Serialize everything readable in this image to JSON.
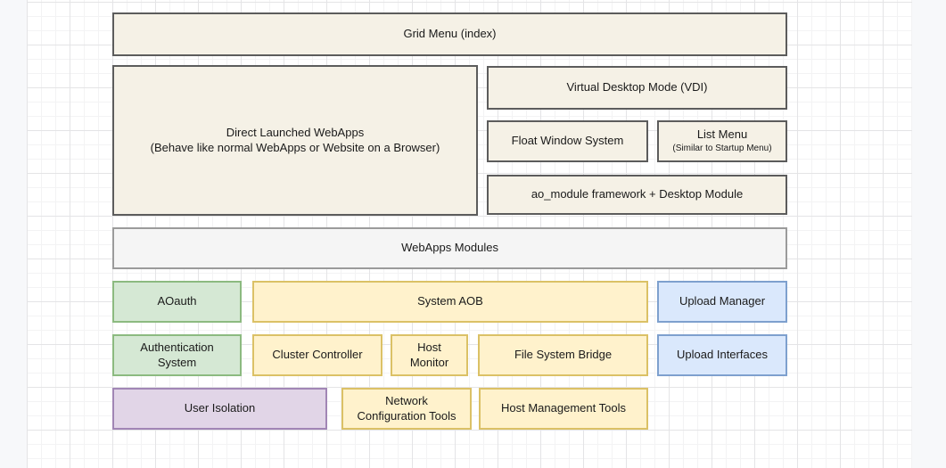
{
  "canvas": {
    "page_background": "#ffffff",
    "margin_background": "#f7f8fa",
    "grid_minor_color": "#f3f3f4",
    "grid_major_color": "#e4e4e6"
  },
  "palette": {
    "cream_fill": "#f5f1e6",
    "cream_border": "#5c5c5c",
    "gray_fill": "#f5f5f5",
    "gray_border": "#9b9b9b",
    "green_fill": "#d5e8d4",
    "green_border": "#8cba80",
    "yellow_fill": "#fff2cc",
    "yellow_border": "#dbc166",
    "blue_fill": "#dae8fc",
    "blue_border": "#7ea0ce",
    "purple_fill": "#e1d5e7",
    "purple_border": "#a186b5",
    "text_color": "#1a1a1a"
  },
  "boxes": [
    {
      "id": "grid-menu",
      "label": "Grid Menu (index)",
      "variant": "cream"
    },
    {
      "id": "direct-launched-webapps",
      "label": "Direct Launched WebApps",
      "sublabel": "(Behave like normal WebApps or Website on a Browser)",
      "variant": "cream"
    },
    {
      "id": "virtual-desktop-mode",
      "label": "Virtual Desktop Mode (VDI)",
      "variant": "cream"
    },
    {
      "id": "float-window-system",
      "label": "Float Window System",
      "variant": "cream"
    },
    {
      "id": "list-menu",
      "label": "List Menu",
      "sublabel": "(Similar to Startup Menu)",
      "variant": "cream"
    },
    {
      "id": "ao-module-framework",
      "label": "ao_module framework + Desktop Module",
      "variant": "cream"
    },
    {
      "id": "webapps-modules",
      "label": "WebApps Modules",
      "variant": "gray"
    },
    {
      "id": "aoauth",
      "label": "AOauth",
      "variant": "green"
    },
    {
      "id": "system-aob",
      "label": "System AOB",
      "variant": "yellow"
    },
    {
      "id": "upload-manager",
      "label": "Upload Manager",
      "variant": "blue"
    },
    {
      "id": "authentication-system",
      "label": "Authentication System",
      "variant": "green"
    },
    {
      "id": "cluster-controller",
      "label": "Cluster Controller",
      "variant": "yellow"
    },
    {
      "id": "host-monitor",
      "label": "Host Monitor",
      "variant": "yellow"
    },
    {
      "id": "file-system-bridge",
      "label": "File System Bridge",
      "variant": "yellow"
    },
    {
      "id": "upload-interfaces",
      "label": "Upload Interfaces",
      "variant": "blue"
    },
    {
      "id": "user-isolation",
      "label": "User Isolation",
      "variant": "purple"
    },
    {
      "id": "network-configuration-tools",
      "label": "Network Configuration Tools",
      "variant": "yellow"
    },
    {
      "id": "host-management-tools",
      "label": "Host Management Tools",
      "variant": "yellow"
    }
  ]
}
